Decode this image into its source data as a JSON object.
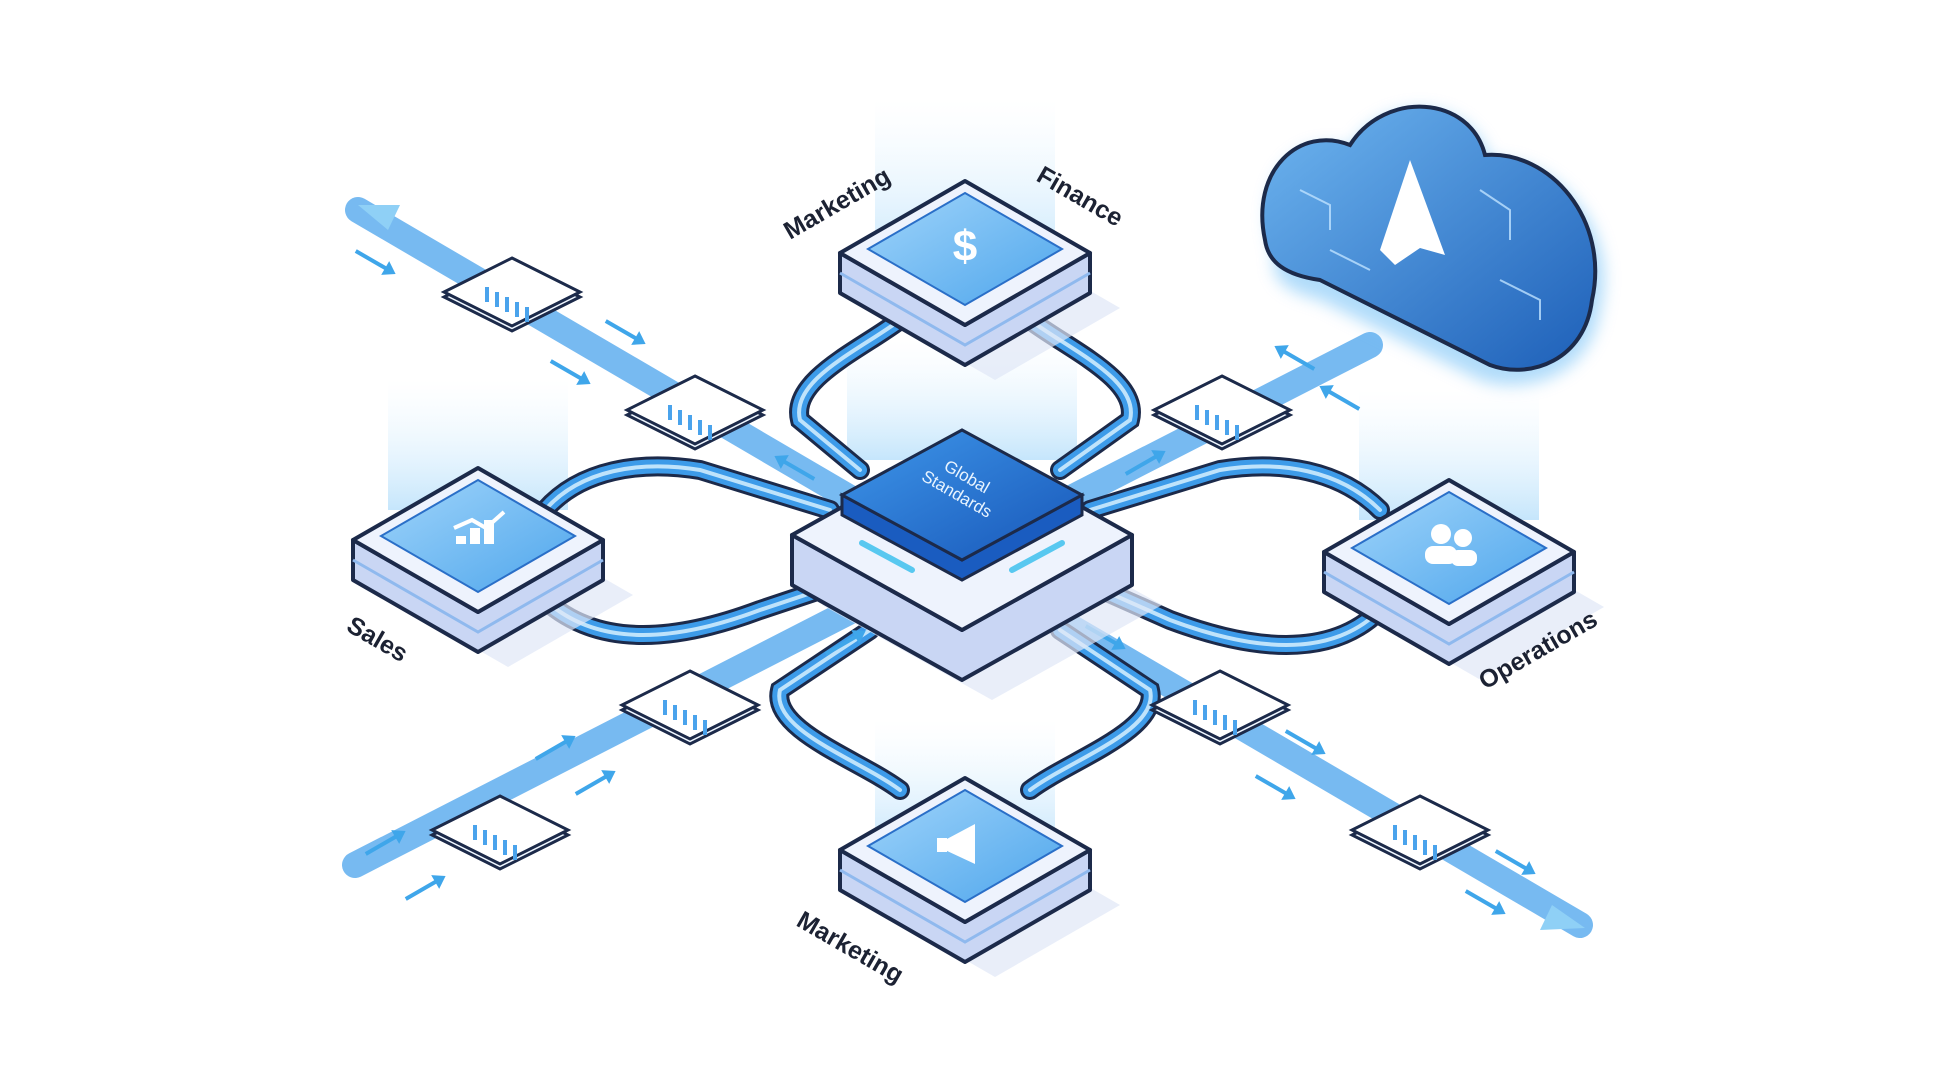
{
  "diagram": {
    "hub": {
      "label_line1": "Global",
      "label_line2": "Standards"
    },
    "nodes": [
      {
        "id": "finance",
        "icon": "dollar-icon"
      },
      {
        "id": "sales",
        "icon": "bar-chart-growth-icon"
      },
      {
        "id": "operations",
        "icon": "users-icon"
      },
      {
        "id": "marketing",
        "icon": "megaphone-icon"
      }
    ],
    "labels": {
      "top_left": "Marketing",
      "top_right": "Finance",
      "left": "Sales",
      "right": "Operations",
      "bottom": "Marketing"
    },
    "cloud": {
      "icon": "azure-logo-icon"
    },
    "colors": {
      "accent": "#2f8fe6",
      "pipe": "#3d9be9",
      "node_top": "#6db8f2",
      "hub_chip": "#1f6fd1",
      "outline": "#1c2a4a"
    }
  }
}
